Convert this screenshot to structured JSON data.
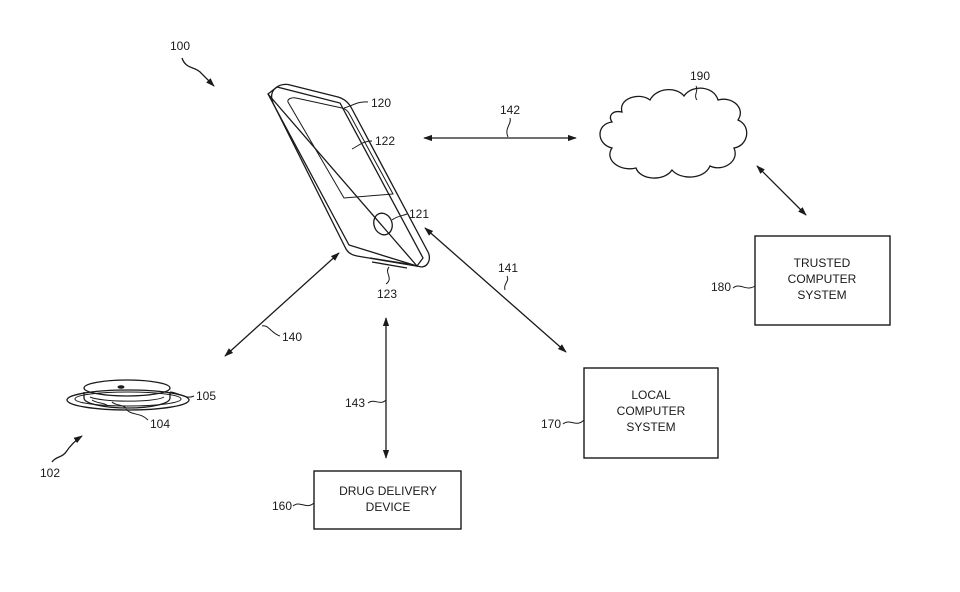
{
  "refs": {
    "system": "100",
    "sensor": "102",
    "sensor_body": "104",
    "sensor_top": "105",
    "phone": "120",
    "phone_button": "121",
    "phone_screen": "122",
    "phone_port": "123",
    "link_phone_sensor": "140",
    "link_phone_local": "141",
    "link_phone_cloud": "142",
    "link_phone_drug": "143",
    "drug_device": "160",
    "local_computer": "170",
    "trusted_computer": "180",
    "cloud": "190"
  },
  "boxes": {
    "trusted": [
      "TRUSTED",
      "COMPUTER",
      "SYSTEM"
    ],
    "local": [
      "LOCAL",
      "COMPUTER",
      "SYSTEM"
    ],
    "drug": [
      "DRUG DELIVERY",
      "DEVICE"
    ]
  }
}
